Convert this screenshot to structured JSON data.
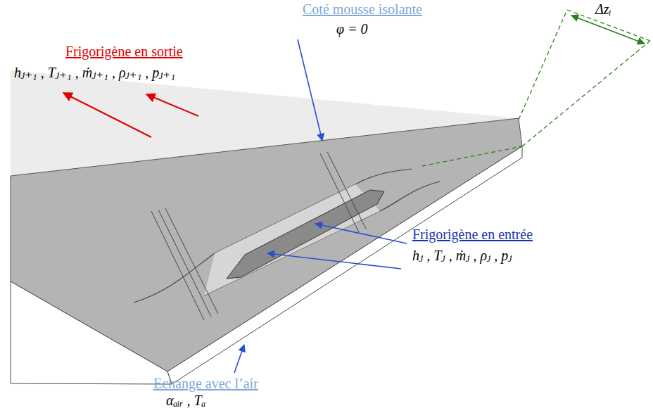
{
  "diagram": {
    "labels": [
      "Coté mousse isolante",
      "φ = 0",
      "Frigorigène en sortie",
      "hⱼ₊₁ , Tⱼ₊₁ , ṁⱼ₊₁ , ρⱼ₊₁ , pⱼ₊₁",
      "Δzᵢ",
      "Frigorigène en entrée",
      "hⱼ , Tⱼ , ṁⱼ , ρⱼ , pⱼ",
      "Echange avec l’air",
      "αₐᵢᵣ , Tₐ"
    ]
  }
}
